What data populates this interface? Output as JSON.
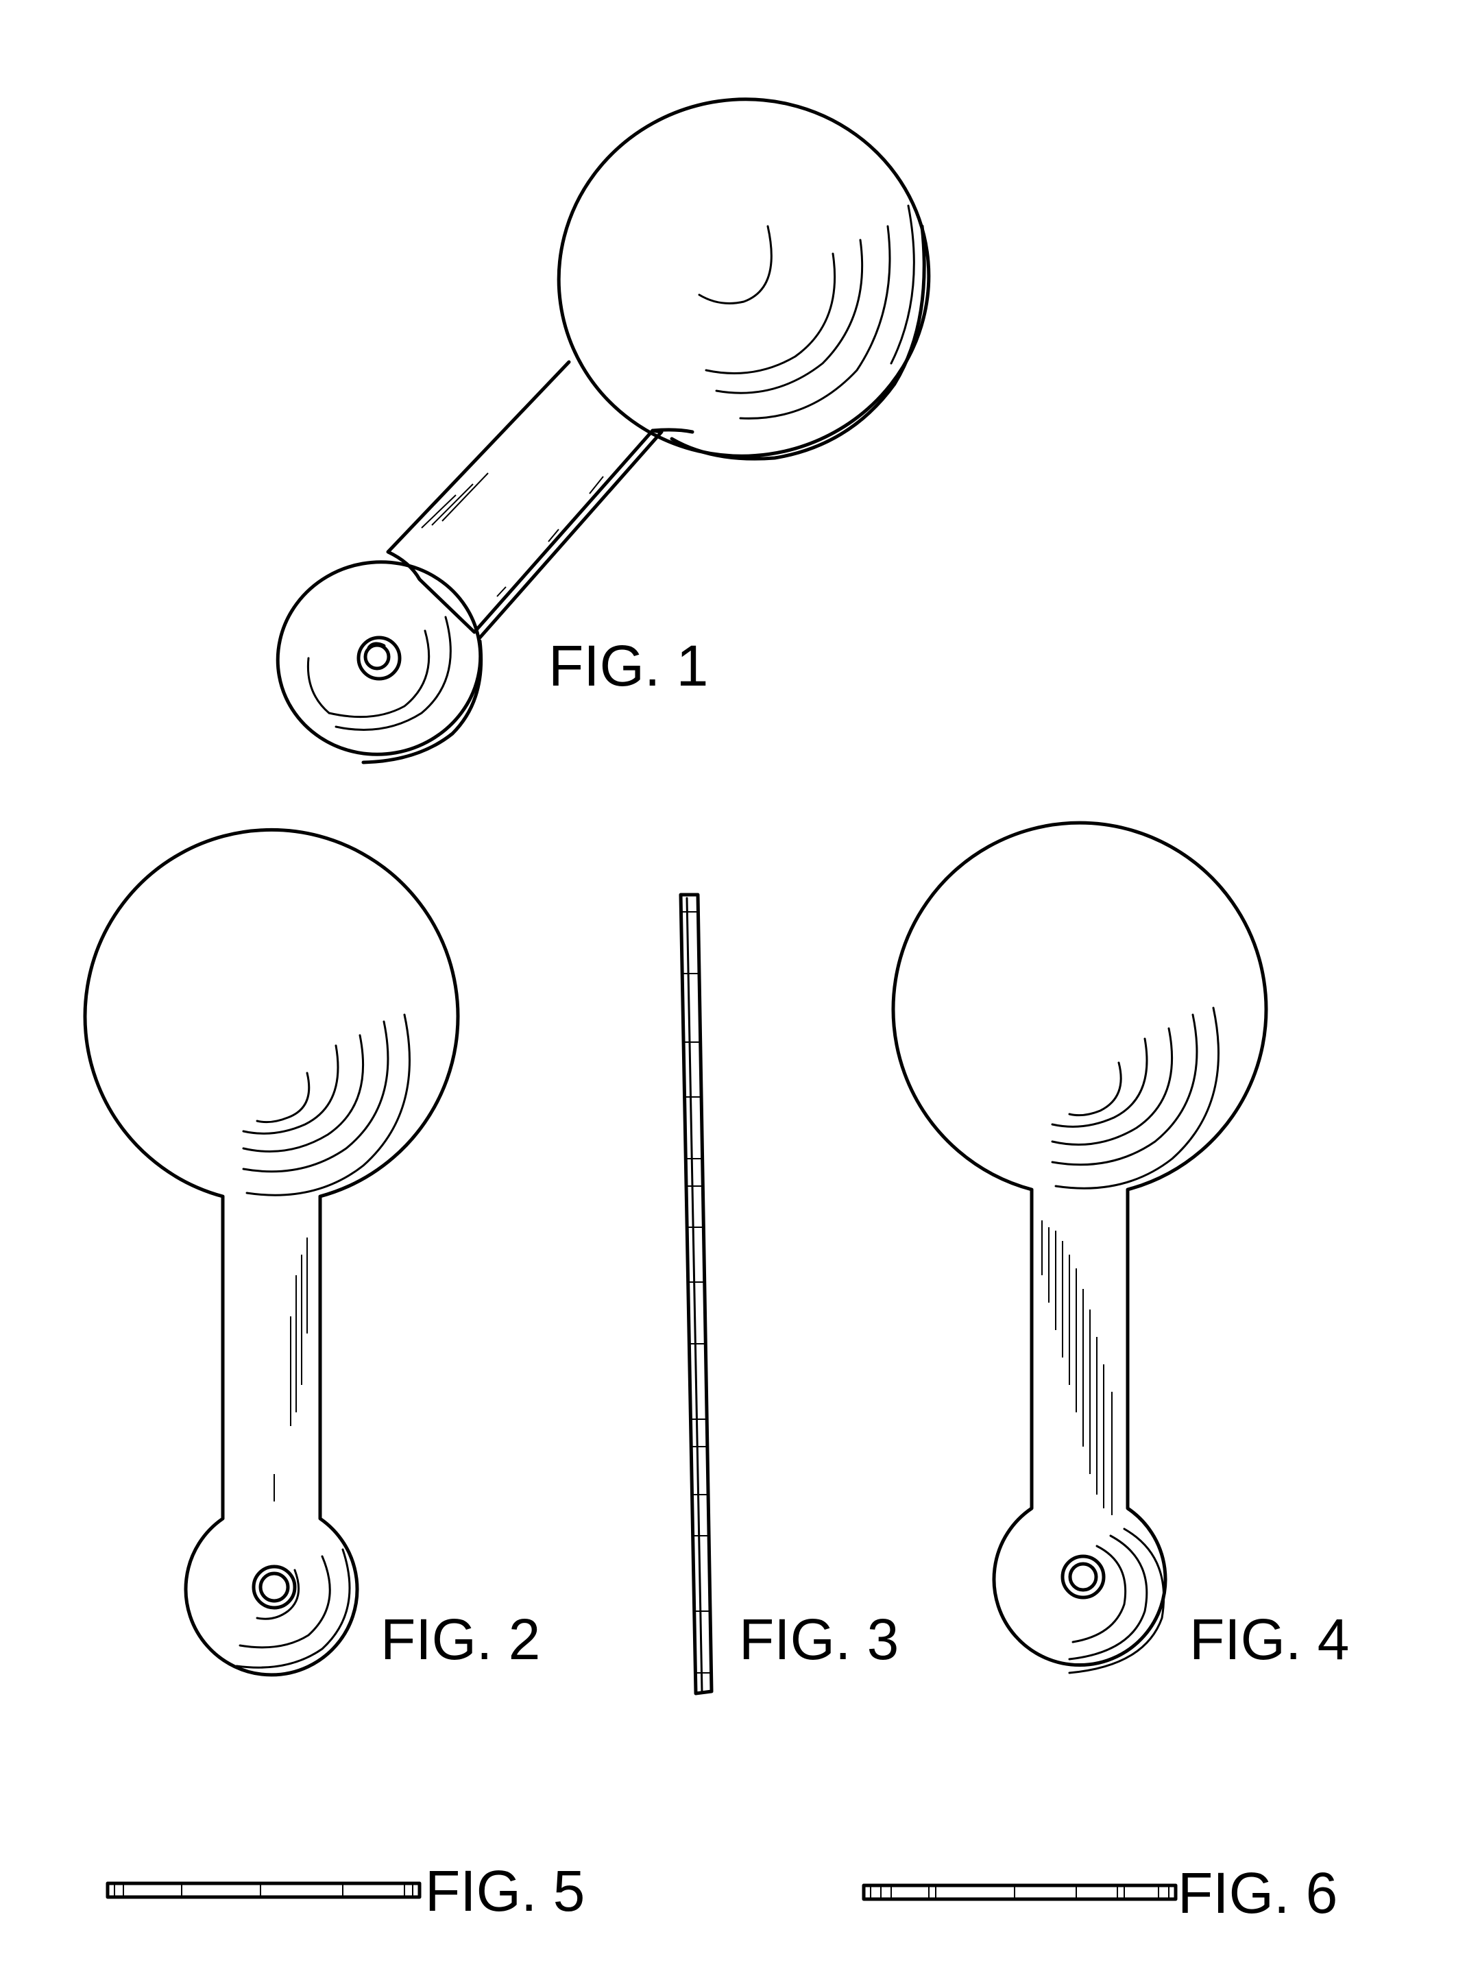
{
  "figures": [
    {
      "id": "fig1",
      "label": "FIG. 1"
    },
    {
      "id": "fig2",
      "label": "FIG. 2"
    },
    {
      "id": "fig3",
      "label": "FIG. 3"
    },
    {
      "id": "fig4",
      "label": "FIG. 4"
    },
    {
      "id": "fig5",
      "label": "FIG. 5"
    },
    {
      "id": "fig6",
      "label": "FIG. 6"
    }
  ],
  "colors": {
    "ink": "#000000",
    "paper": "#ffffff"
  }
}
